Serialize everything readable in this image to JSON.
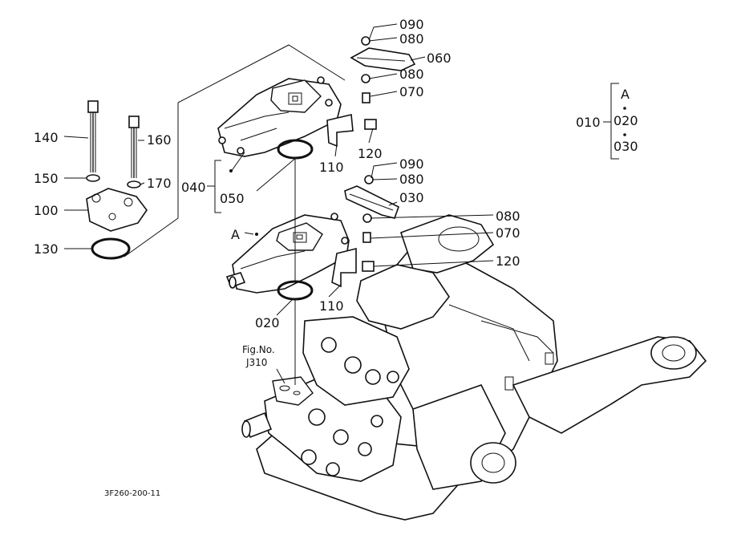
{
  "diagram": {
    "callouts": {
      "p090a": "090",
      "p080a": "080",
      "p060": "060",
      "p080b": "080",
      "p070a": "070",
      "p120a": "120",
      "p110a": "110",
      "p050": "050",
      "p040": "040",
      "p090b": "090",
      "p080c": "080",
      "p030": "030",
      "p080d": "080",
      "p070b": "070",
      "p120b": "120",
      "p110b": "110",
      "p020": "020",
      "p140": "140",
      "p160": "160",
      "p150": "150",
      "p170": "170",
      "p100": "100",
      "p130": "130",
      "A_marker": "A"
    },
    "legend": {
      "group_label": "A",
      "assembly": "010",
      "items": [
        "020",
        "030"
      ]
    },
    "reference": {
      "line1": "Fig.No.",
      "line2": "J310"
    },
    "drawing_number": "3F260-200-11"
  }
}
